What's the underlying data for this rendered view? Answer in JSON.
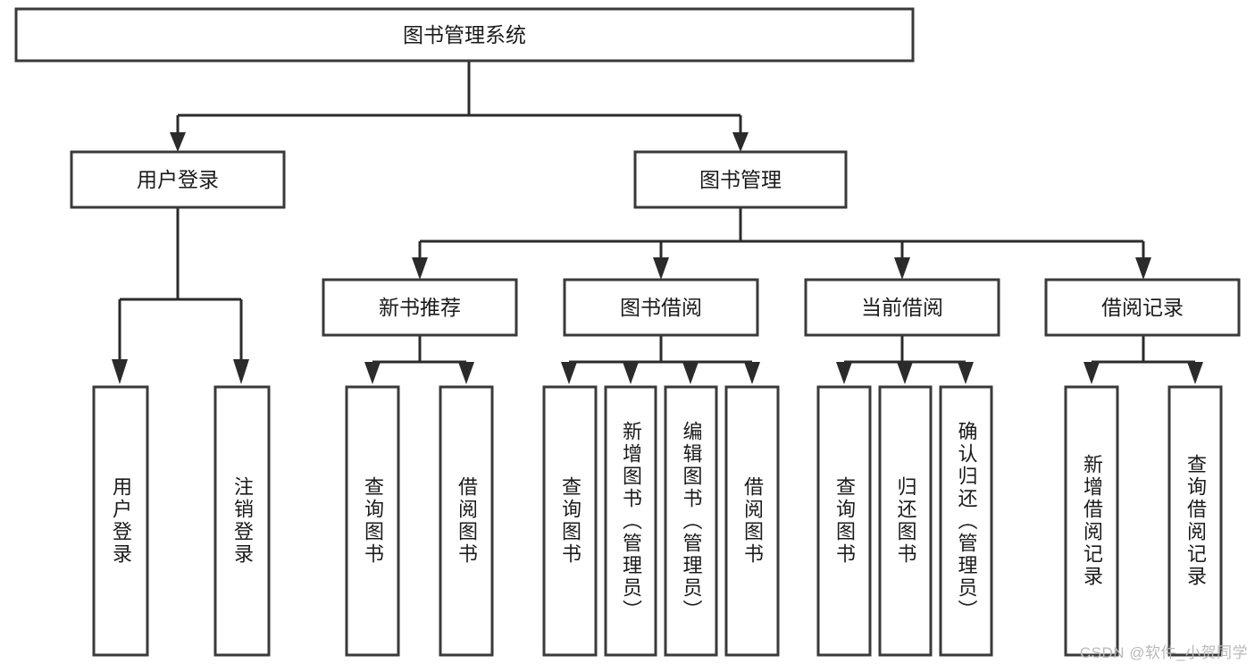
{
  "diagram": {
    "title": "图书管理系统",
    "type": "tree",
    "watermark": "CSDN @软件_小贺同学",
    "colors": {
      "box_stroke": "#3a3a3a",
      "connector": "#2b2b2b",
      "box_fill": "#ffffff",
      "text": "#1b1b1b",
      "watermark": "#b9b9b9",
      "background": "#ffffff"
    },
    "root": {
      "label": "图书管理系统"
    },
    "level1": [
      {
        "label": "用户登录"
      },
      {
        "label": "图书管理"
      }
    ],
    "level2": [
      {
        "label": "新书推荐"
      },
      {
        "label": "图书借阅"
      },
      {
        "label": "当前借阅"
      },
      {
        "label": "借阅记录"
      }
    ],
    "leaves": {
      "user_login": [
        {
          "label": "用户登录"
        },
        {
          "label": "注销登录"
        }
      ],
      "new_book_recommend": [
        {
          "label": "查询图书"
        },
        {
          "label": "借阅图书"
        }
      ],
      "book_borrow": [
        {
          "label": "查询图书"
        },
        {
          "label": "新增图书（管理员）"
        },
        {
          "label": "编辑图书（管理员）"
        },
        {
          "label": "借阅图书"
        }
      ],
      "current_borrow": [
        {
          "label": "查询图书"
        },
        {
          "label": "归还图书"
        },
        {
          "label": "确认归还（管理员）"
        }
      ],
      "borrow_record": [
        {
          "label": "新增借阅记录"
        },
        {
          "label": "查询借阅记录"
        }
      ]
    }
  },
  "chart_data": {
    "type": "table",
    "title": "图书管理系统",
    "nodes": [
      {
        "id": "root",
        "label": "图书管理系统",
        "level": 0,
        "parent": null
      },
      {
        "id": "n1",
        "label": "用户登录",
        "level": 1,
        "parent": "root"
      },
      {
        "id": "n2",
        "label": "图书管理",
        "level": 1,
        "parent": "root"
      },
      {
        "id": "n1a",
        "label": "用户登录",
        "level": 2,
        "parent": "n1"
      },
      {
        "id": "n1b",
        "label": "注销登录",
        "level": 2,
        "parent": "n1"
      },
      {
        "id": "n2a",
        "label": "新书推荐",
        "level": 2,
        "parent": "n2"
      },
      {
        "id": "n2b",
        "label": "图书借阅",
        "level": 2,
        "parent": "n2"
      },
      {
        "id": "n2c",
        "label": "当前借阅",
        "level": 2,
        "parent": "n2"
      },
      {
        "id": "n2d",
        "label": "借阅记录",
        "level": 2,
        "parent": "n2"
      },
      {
        "id": "n2a1",
        "label": "查询图书",
        "level": 3,
        "parent": "n2a"
      },
      {
        "id": "n2a2",
        "label": "借阅图书",
        "level": 3,
        "parent": "n2a"
      },
      {
        "id": "n2b1",
        "label": "查询图书",
        "level": 3,
        "parent": "n2b"
      },
      {
        "id": "n2b2",
        "label": "新增图书（管理员）",
        "level": 3,
        "parent": "n2b"
      },
      {
        "id": "n2b3",
        "label": "编辑图书（管理员）",
        "level": 3,
        "parent": "n2b"
      },
      {
        "id": "n2b4",
        "label": "借阅图书",
        "level": 3,
        "parent": "n2b"
      },
      {
        "id": "n2c1",
        "label": "查询图书",
        "level": 3,
        "parent": "n2c"
      },
      {
        "id": "n2c2",
        "label": "归还图书",
        "level": 3,
        "parent": "n2c"
      },
      {
        "id": "n2c3",
        "label": "确认归还（管理员）",
        "level": 3,
        "parent": "n2c"
      },
      {
        "id": "n2d1",
        "label": "新增借阅记录",
        "level": 3,
        "parent": "n2d"
      },
      {
        "id": "n2d2",
        "label": "查询借阅记录",
        "level": 3,
        "parent": "n2d"
      }
    ]
  }
}
